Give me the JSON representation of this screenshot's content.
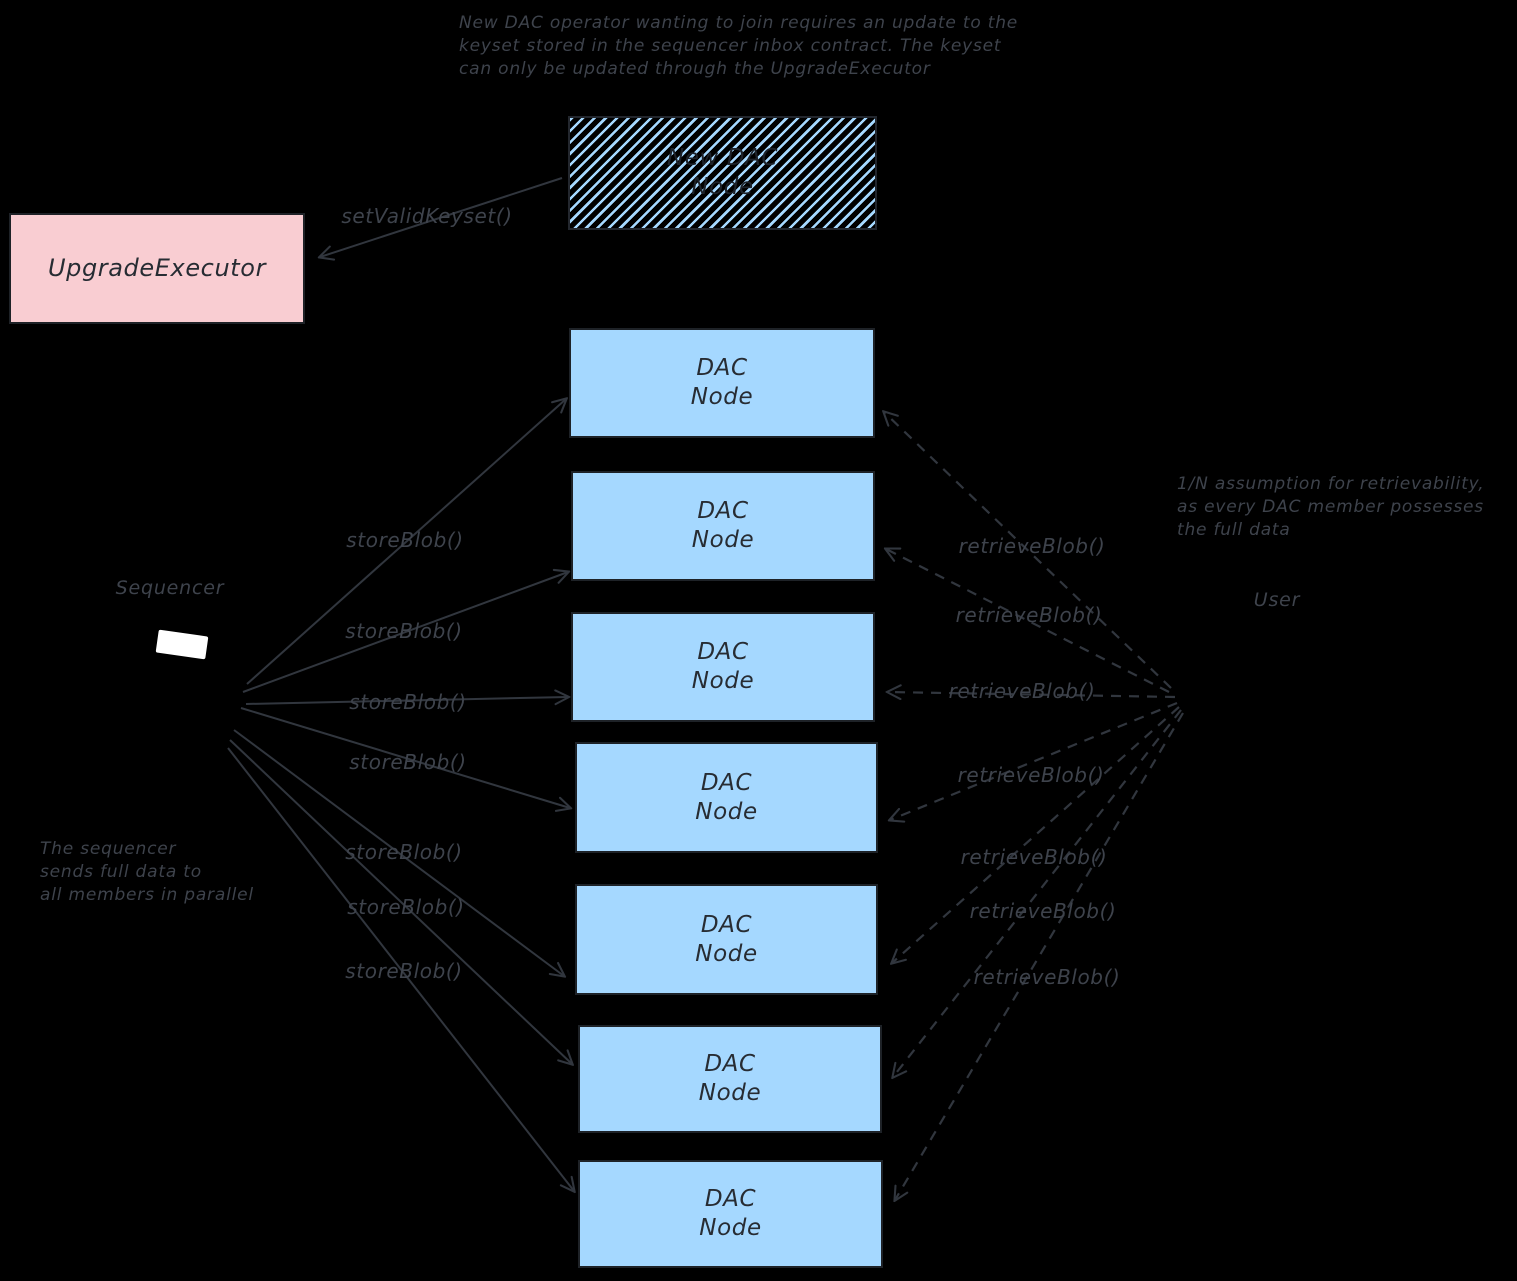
{
  "colors": {
    "background": "#000000",
    "ink_text": "#3e434c",
    "arrow_stroke": "#31363e",
    "dac_node_fill": "#a5d8ff",
    "upgrade_executor_fill": "#f9cdd2",
    "box_border": "#1e2227",
    "sequencer_icon_fill": "#ffffff"
  },
  "notes": {
    "keyset_update": "New DAC operator wanting to join requires an update to the\nkeyset stored in the sequencer inbox contract. The keyset\ncan only be updated through the UpgradeExecutor",
    "sequencer_parallel": "The sequencer\nsends full data to\nall members in parallel",
    "retrievability": "1/N assumption for retrievability,\nas every DAC member possesses\nthe full data"
  },
  "actors": {
    "sequencer": {
      "label": "Sequencer"
    },
    "user": {
      "label": "User"
    }
  },
  "boxes": {
    "upgrade_executor": {
      "label": "UpgradeExecutor",
      "fill": "#f9cdd2",
      "fill_style": "solid"
    },
    "new_dac_node": {
      "label": "New DAC\nNode",
      "fill": "#a5d8ff",
      "fill_style": "hachure"
    },
    "dac_nodes": [
      {
        "label": "DAC\nNode"
      },
      {
        "label": "DAC\nNode"
      },
      {
        "label": "DAC\nNode"
      },
      {
        "label": "DAC\nNode"
      },
      {
        "label": "DAC\nNode"
      },
      {
        "label": "DAC\nNode"
      },
      {
        "label": "DAC\nNode"
      }
    ]
  },
  "edges": {
    "set_valid_keyset": {
      "label": "setValidKeyset()",
      "style": "solid",
      "from": "New DAC Node",
      "to": "UpgradeExecutor"
    },
    "store_blob": [
      {
        "label": "storeBlob()"
      },
      {
        "label": "storeBlob()"
      },
      {
        "label": "storeBlob()"
      },
      {
        "label": "storeBlob()"
      },
      {
        "label": "storeBlob()"
      },
      {
        "label": "storeBlob()"
      },
      {
        "label": "storeBlob()"
      }
    ],
    "retrieve_blob": [
      {
        "label": "retrieveBlob()"
      },
      {
        "label": "retrieveBlob()"
      },
      {
        "label": "retrieveBlob()"
      },
      {
        "label": "retrieveBlob()"
      },
      {
        "label": "retrieveBlob()"
      },
      {
        "label": "retrieveBlob()"
      },
      {
        "label": "retrieveBlob()"
      }
    ]
  }
}
